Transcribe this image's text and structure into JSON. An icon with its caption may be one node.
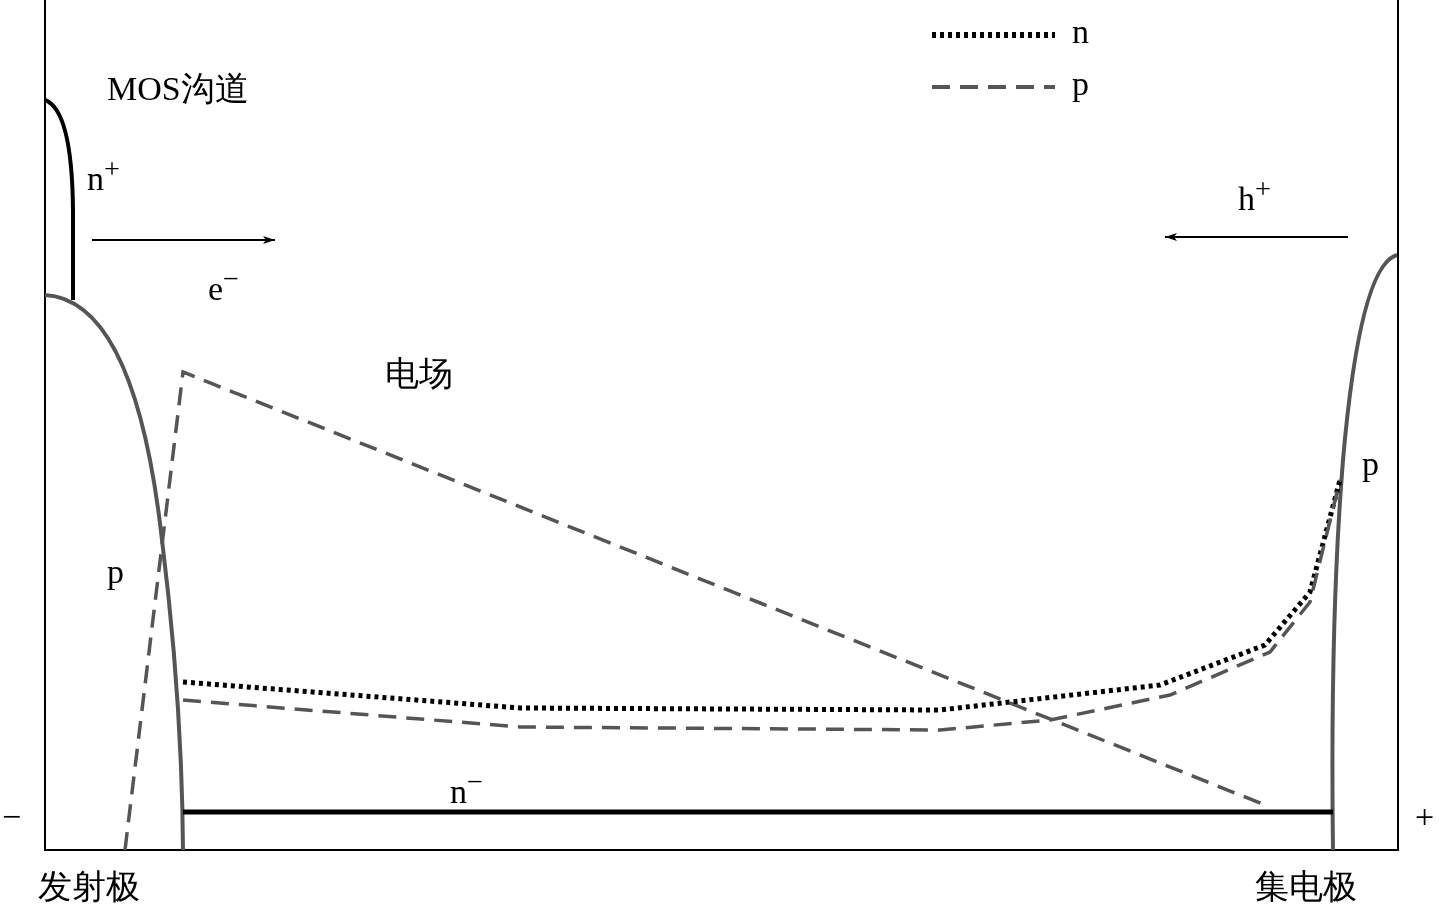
{
  "diagram": {
    "labels": [
      "MOS沟道",
      "n$^{+}$",
      "e$^{−}$",
      "h$^{+}$",
      "电场",
      "p",
      "p",
      "n$^{−}$",
      "−",
      "+",
      "发射极",
      "集电极"
    ],
    "legend": [
      {
        "text": "n"
      },
      {
        "text": "p"
      }
    ]
  }
}
